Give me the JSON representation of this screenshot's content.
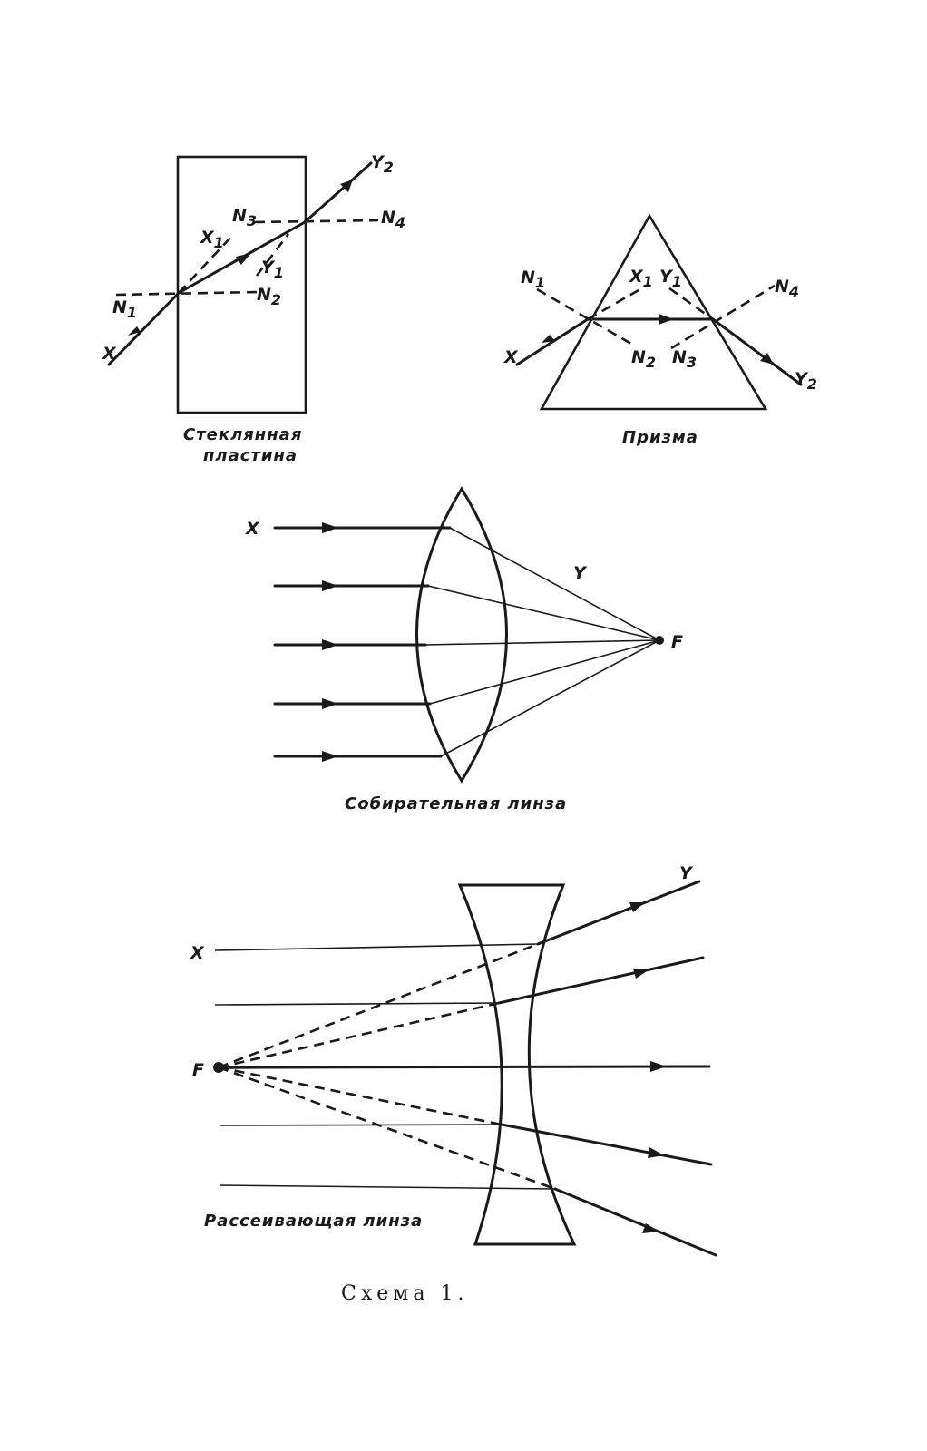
{
  "plate": {
    "label_x": "X",
    "label_x1": "X",
    "sub_x1": "1",
    "label_y1": "Y",
    "sub_y1": "1",
    "label_y2": "Y",
    "sub_y2": "2",
    "label_n1": "N",
    "sub_n1": "1",
    "label_n2": "N",
    "sub_n2": "2",
    "label_n3": "N",
    "sub_n3": "3",
    "label_n4": "N",
    "sub_n4": "4",
    "caption_line1": "Стеклянная",
    "caption_line2": "пластина"
  },
  "prism": {
    "label_x": "X",
    "label_x1": "X",
    "sub_x1": "1",
    "label_y1": "Y",
    "sub_y1": "1",
    "label_y2": "Y",
    "sub_y2": "2",
    "label_n1": "N",
    "sub_n1": "1",
    "label_n2": "N",
    "sub_n2": "2",
    "label_n3": "N",
    "sub_n3": "3",
    "label_n4": "N",
    "sub_n4": "4",
    "caption": "Призма"
  },
  "converging": {
    "label_x": "X",
    "label_y": "Y",
    "label_f": "F",
    "caption": "Собирательная линза"
  },
  "diverging": {
    "label_x": "X",
    "label_y": "Y",
    "label_f": "F",
    "caption": "Рассеивающая линза"
  },
  "figure_title": "Схема 1."
}
